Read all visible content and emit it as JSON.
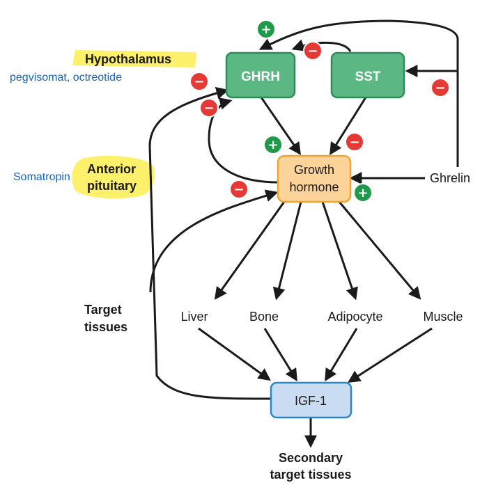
{
  "labels": {
    "hypothalamus": "Hypothalamus",
    "annotation_hypo": "pegvisomat, octreotide",
    "anterior_line1": "Anterior",
    "anterior_line2": "pituitary",
    "annotation_pit": "Somatropin",
    "target_line1": "Target",
    "target_line2": "tissues",
    "secondary_line1": "Secondary",
    "secondary_line2": "target tissues"
  },
  "nodes": {
    "ghrh": "GHRH",
    "sst": "SST",
    "gh_line1": "Growth",
    "gh_line2": "hormone",
    "ghrelin": "Ghrelin",
    "igf1": "IGF-1",
    "liver": "Liver",
    "bone": "Bone",
    "adipocyte": "Adipocyte",
    "muscle": "Muscle"
  },
  "signs": {
    "plus": "+",
    "minus": "−"
  },
  "colors": {
    "hypothalamic_box": "#5bb882",
    "gh_box": "#fcd49a",
    "igf_box": "#c9dcf1",
    "plus_badge": "#1f9a4a",
    "minus_badge": "#e53935",
    "highlight": "#fdf06a",
    "annotation_text": "#1565c0"
  }
}
